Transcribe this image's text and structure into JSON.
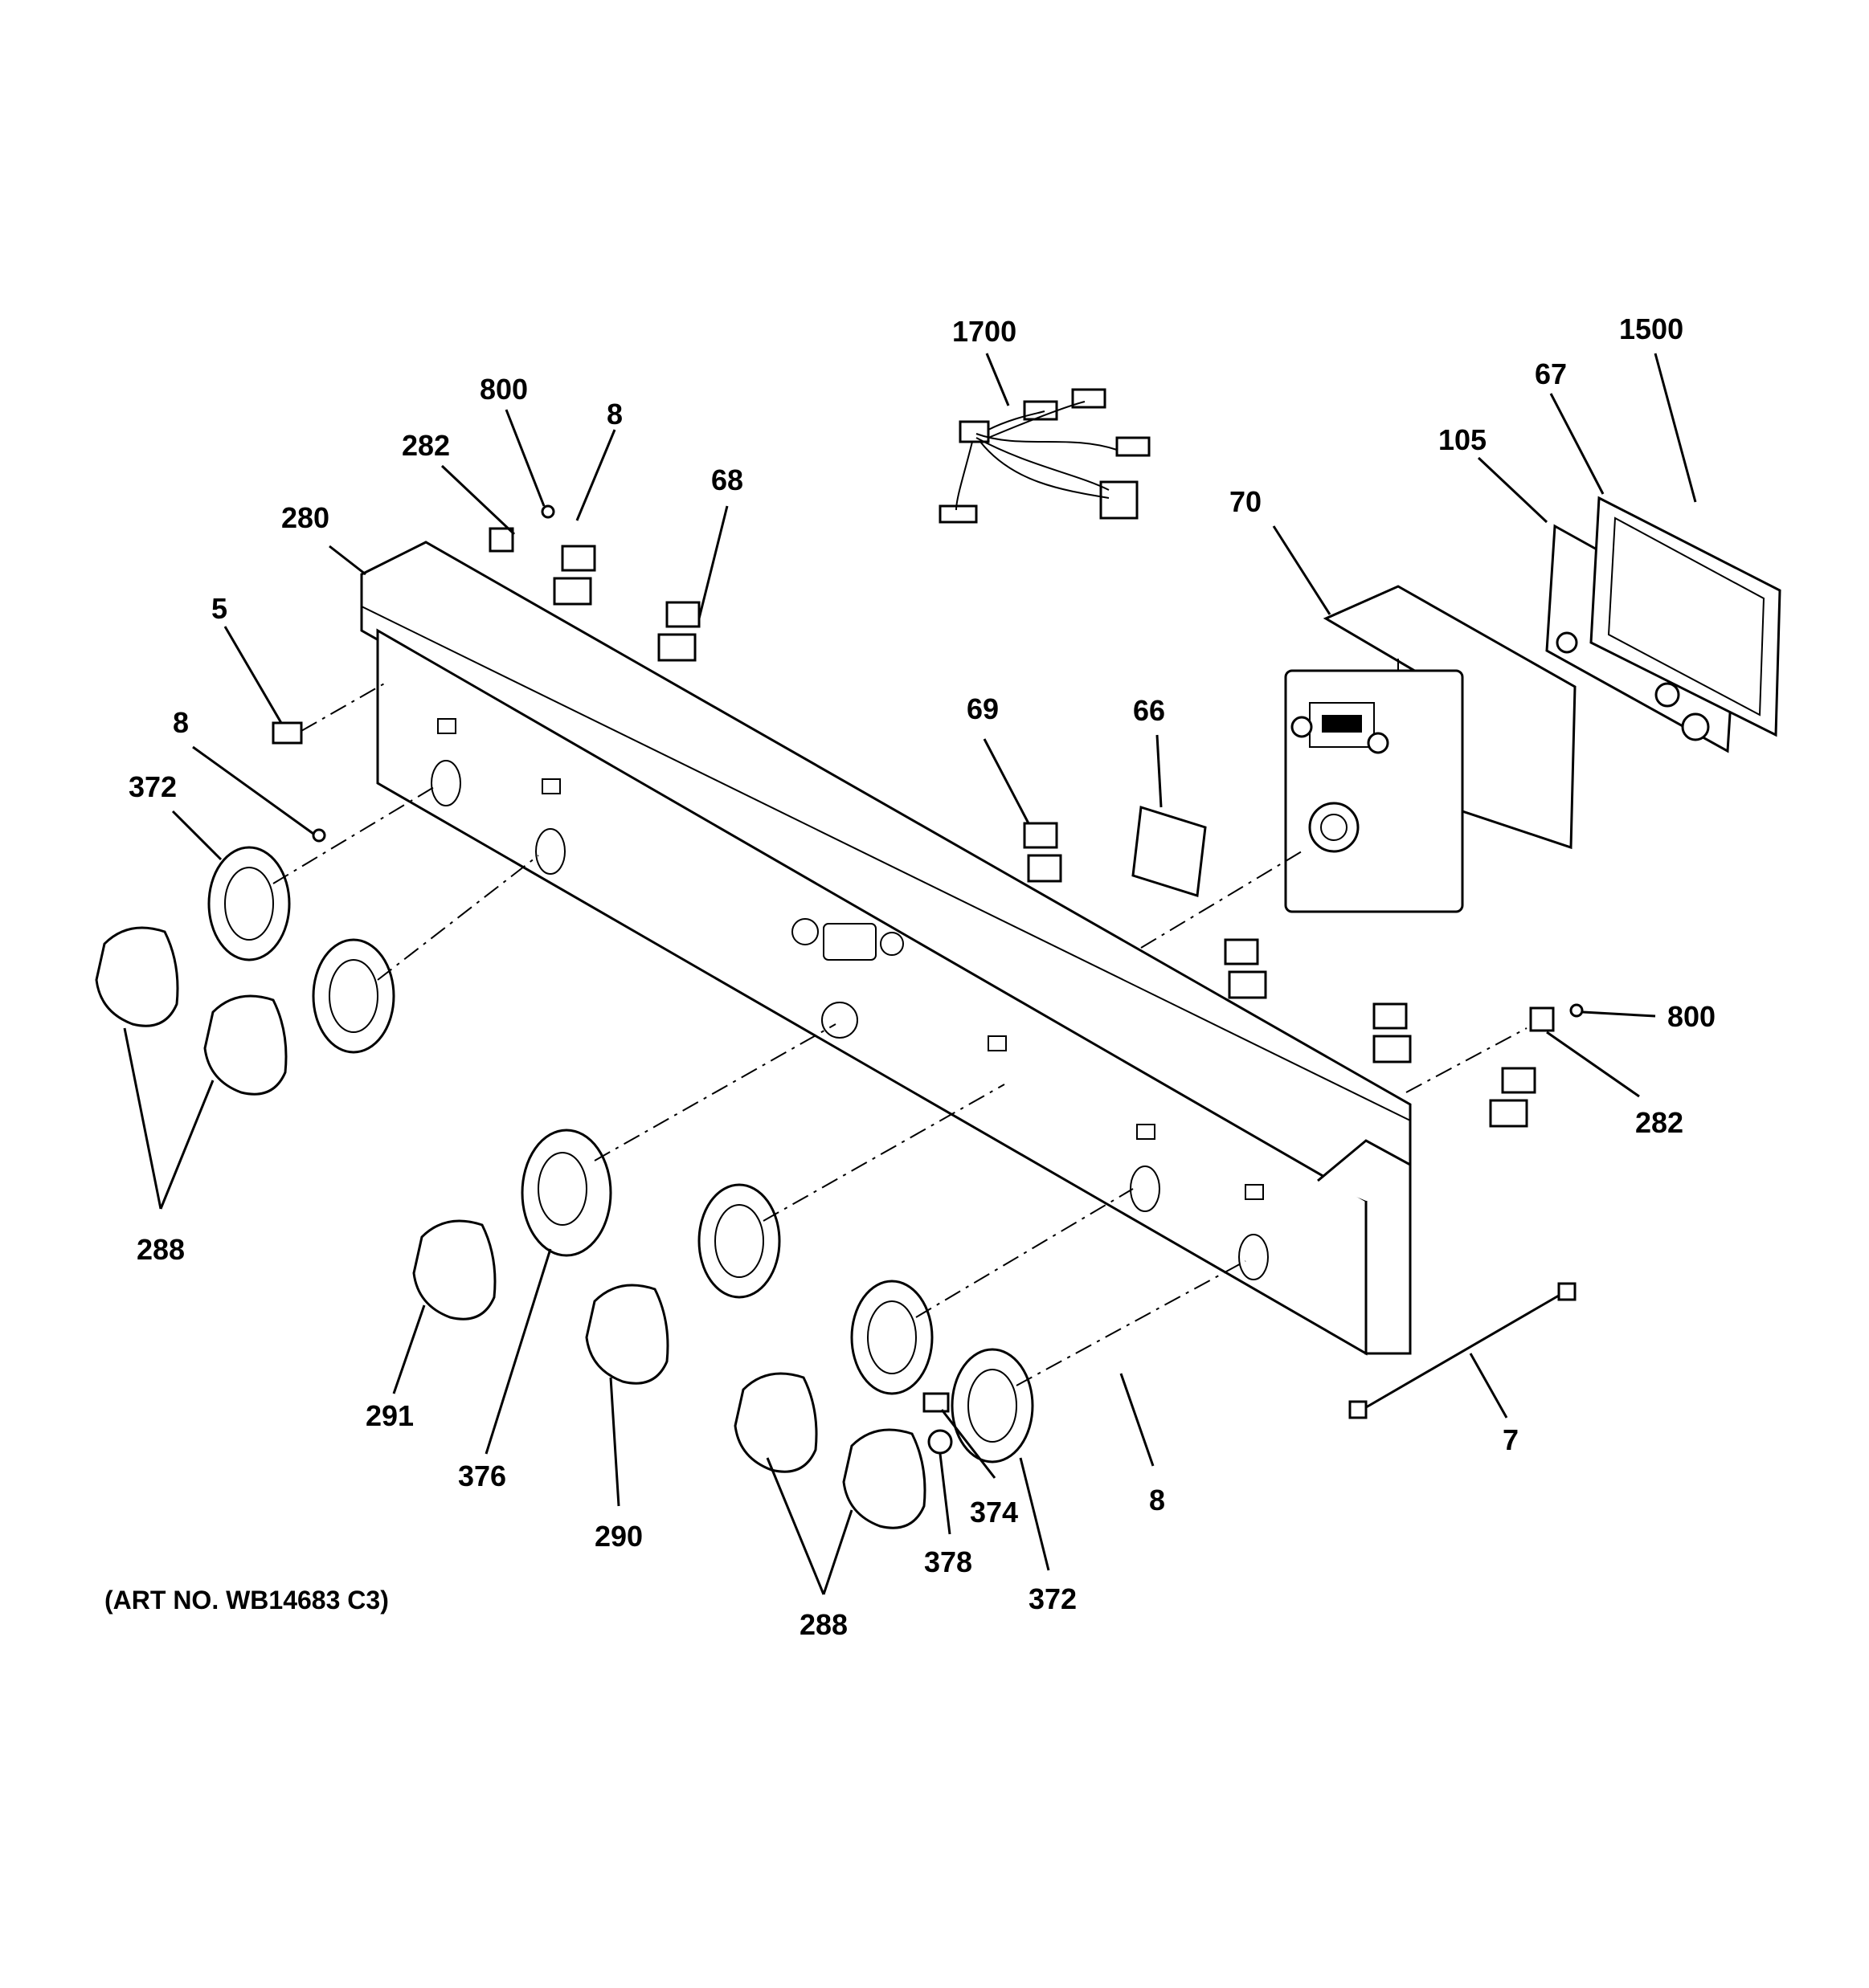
{
  "art_number": "(ART NO. WB14683 C3)",
  "callouts": {
    "c1700": "1700",
    "c1500": "1500",
    "c800_top": "800",
    "c8_top": "8",
    "c68": "68",
    "c67": "67",
    "c105": "105",
    "c282_top": "282",
    "c280": "280",
    "c70": "70",
    "c5": "5",
    "c69": "69",
    "c66": "66",
    "c8_left": "8",
    "c372_left": "372",
    "c800_right": "800",
    "c282_right": "282",
    "c288_left": "288",
    "c291": "291",
    "c376": "376",
    "c7": "7",
    "c290": "290",
    "c374": "374",
    "c8_bottom": "8",
    "c378": "378",
    "c372_bottom": "372",
    "c288_bottom": "288"
  }
}
